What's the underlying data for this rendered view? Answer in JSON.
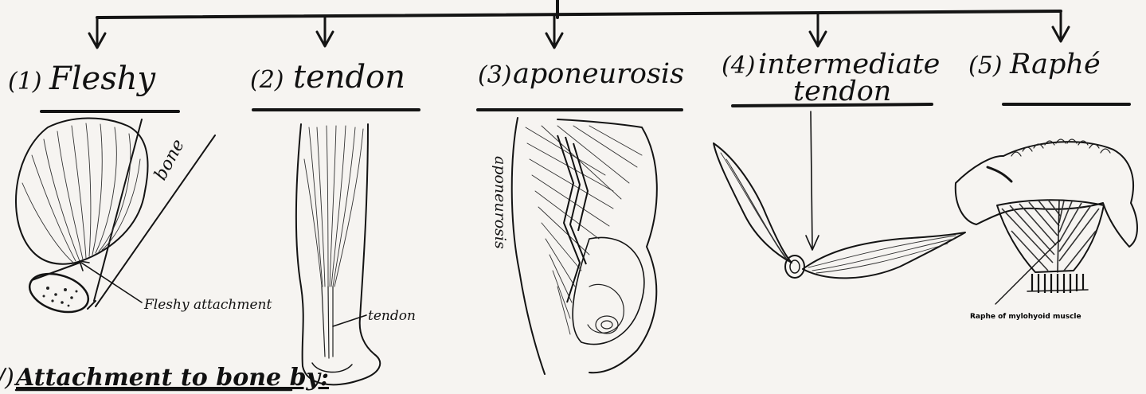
{
  "types": [
    {
      "number": "(1)",
      "name": "Fleshy",
      "subname": ""
    },
    {
      "number": "(2)",
      "name": "tendon",
      "subname": ""
    },
    {
      "number": "(3)",
      "name": "aponeurosis",
      "subname": ""
    },
    {
      "number": "(4)",
      "name": "intermediate",
      "subname": "tendon"
    },
    {
      "number": "(5)",
      "name": "Raphé",
      "subname": ""
    }
  ],
  "annotations": {
    "bone": "bone",
    "fleshy_attachment": "Fleshy attachment",
    "tendon": "tendon",
    "aponeurosis": "aponeurosis",
    "raphe_caption": "Raphe of mylohyoid muscle"
  },
  "footer": {
    "prefix": "/)",
    "heading": "Attachment to bone by:"
  }
}
